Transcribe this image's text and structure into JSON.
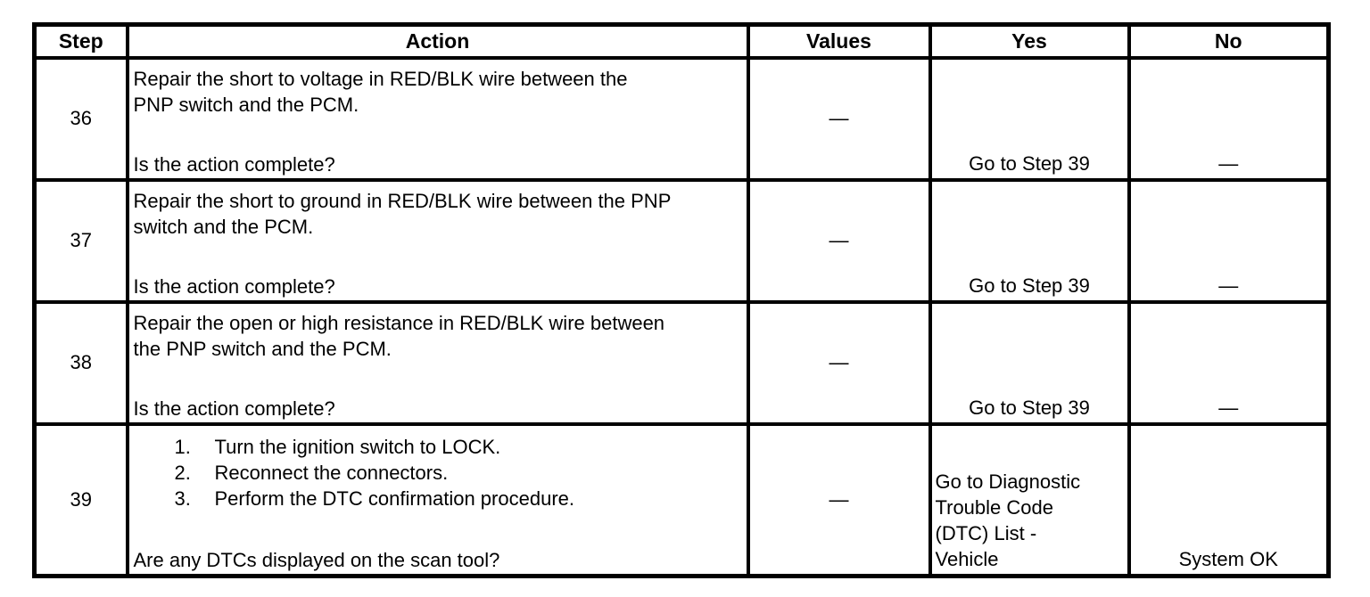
{
  "table": {
    "headers": {
      "step": "Step",
      "action": "Action",
      "values": "Values",
      "yes": "Yes",
      "no": "No"
    },
    "rows": [
      {
        "step": "36",
        "action": "Repair the short to voltage in RED/BLK wire between the\nPNP switch and the PCM.",
        "question": "Is the action complete?",
        "values": "—",
        "yes": "Go to Step 39",
        "no": "—"
      },
      {
        "step": "37",
        "action": "Repair the short to ground in RED/BLK wire between the PNP\nswitch and the PCM.",
        "question": "Is the action complete?",
        "values": "—",
        "yes": "Go to Step 39",
        "no": "—"
      },
      {
        "step": "38",
        "action": "Repair the open or high resistance in RED/BLK wire between\nthe PNP switch and the PCM.",
        "question": "Is the action complete?",
        "values": "—",
        "yes": "Go to Step 39",
        "no": "—"
      },
      {
        "step": "39",
        "list": [
          {
            "num": "1.",
            "text": "Turn the ignition switch to LOCK."
          },
          {
            "num": "2.",
            "text": "Reconnect the connectors."
          },
          {
            "num": "3.",
            "text": "Perform the DTC confirmation procedure."
          }
        ],
        "question": "Are any DTCs displayed on the scan tool?",
        "values": "—",
        "yes": "Go to Diagnostic\nTrouble Code\n(DTC) List -\nVehicle",
        "no": "System OK"
      }
    ]
  }
}
